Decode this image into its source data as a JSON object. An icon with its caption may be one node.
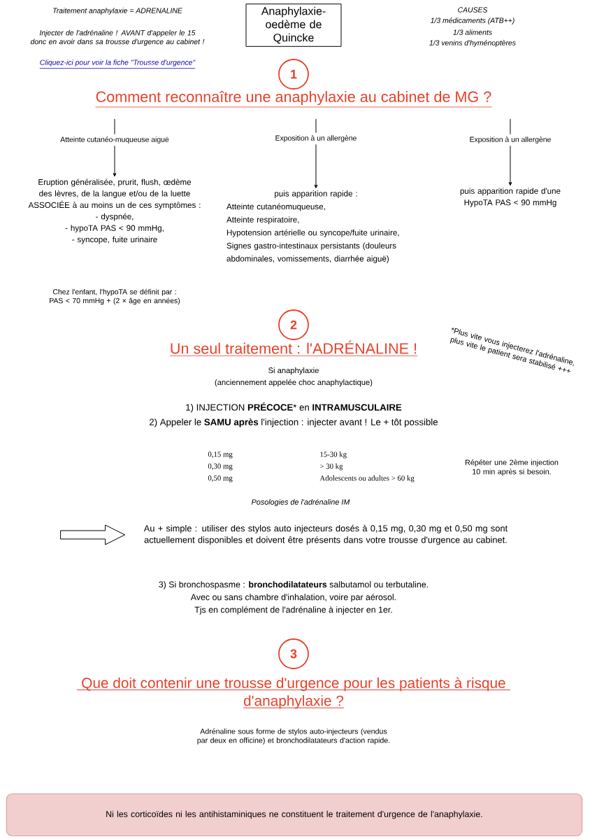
{
  "diagram": {
    "title": "Anaphylaxie-oedème de Quincke",
    "nodes": [
      {
        "text": [
          "1"
        ]
      },
      {
        "text": [
          "Atteinte cutanéo-muqueuse aiguë"
        ]
      },
      {
        "text": [
          "Exposition à un allergène"
        ]
      },
      {
        "text": [
          "Exposition à un allergène"
        ]
      },
      {
        "text": [
          "Eruption généralisée, prurit, flush, œdème des lèvres, de la langue et/ou de la luette",
          "ASSOCIÉE à au moins un de ces symptômes :",
          "- dyspnée,",
          "- hypoTA PAS < 90 mmHg,",
          "- syncope, fuite urinaire"
        ]
      },
      {
        "text": [
          "puis apparition rapide :",
          "Atteinte cutanéomuqueuse,",
          "Atteinte respiratoire,",
          "Hypotension artérielle ou syncope/fuite urinaire,",
          "Signes gastro-intestinaux persistants (douleurs abdominales, vomissements, diarrhée aiguë)"
        ]
      },
      {
        "text": [
          "puis apparition rapide d'une HypoTA PAS < 90 mmHg"
        ]
      },
      {
        "text": [
          "2"
        ]
      },
      {
        "text": [
          "Au + simple : utiliser des stylos auto injecteurs dosés à 0,15 mg, 0,30 mg et 0,50 mg sont actuellement disponibles et doivent être présents dans votre trousse d'urgence au cabinet."
        ]
      },
      {
        "text": [
          "3"
        ]
      },
      {
        "text": [
          "Ni les corticoïdes ni les antihistaminiques ne constituent le traitement d'urgence de l'anaphylaxie."
        ]
      }
    ],
    "edges": [
      {
        "from": null,
        "to": 1,
        "arrow": "none"
      },
      {
        "from": 1,
        "to": 4,
        "arrow": "to"
      },
      {
        "from": null,
        "to": 2,
        "arrow": "none"
      },
      {
        "from": 2,
        "to": 5,
        "arrow": "to"
      },
      {
        "from": null,
        "to": 3,
        "arrow": "none"
      },
      {
        "from": 3,
        "to": 6,
        "arrow": "to"
      },
      {
        "from": null,
        "to": 8,
        "arrow": "to"
      }
    ],
    "labels": [
      "Traitement anaphylaxie = ADRENALINE",
      "Injecter de l'adrénaline ! AVANT d'appeler le 15 donc en avoir dans sa trousse d'urgence au cabinet !",
      "Cliquez-ici pour voir la fiche \"Trousse d'urgence\"",
      "CAUSES",
      "1/3 médicaments (ATB++)",
      "1/3 aliments",
      "1/3 venins d'hyménoptères",
      "Comment reconnaître une anaphylaxie au cabinet de MG ?",
      "Chez l'enfant, l'hypoTA se définit par : PAS < 70 mmHg + (2 × âge en années)",
      "Un seul traitement : l'ADRÉNALINE !",
      "*Plus vite vous injecterez l'adrénaline, plus vite le patient sera stabilisé +++",
      "Si anaphylaxie",
      "(anciennement appelée choc anaphylactique)",
      "1) INJECTION **PRÉCOCE*** en **INTRAMUSCULAIRE**",
      "2) Appeler le **SAMU après** l'injection : injecter avant ! Le + tôt possible",
      "0,15 mg",
      "15-30 kg",
      "0,30 mg",
      "> 30 kg",
      "0,50 mg",
      "Adolescents ou adultes > 60 kg",
      "Répéter une 2ème injection 10 min après si besoin.",
      "Posologies de l'adrénaline IM",
      "3) Si bronchospasme : **bronchodilatateurs** salbutamol ou terbutaline.",
      "Avec ou sans chambre d'inhalation, voire par aérosol.",
      "Tjs en complément de l'adrénaline à injecter en 1er.",
      "Que doit contenir une trousse d'urgence pour les patients à risque d'anaphylaxie ?",
      "Adrénaline sous forme de stylos auto-injecteurs (vendus par deux en officine) et bronchodilatateurs d'action rapide."
    ]
  }
}
